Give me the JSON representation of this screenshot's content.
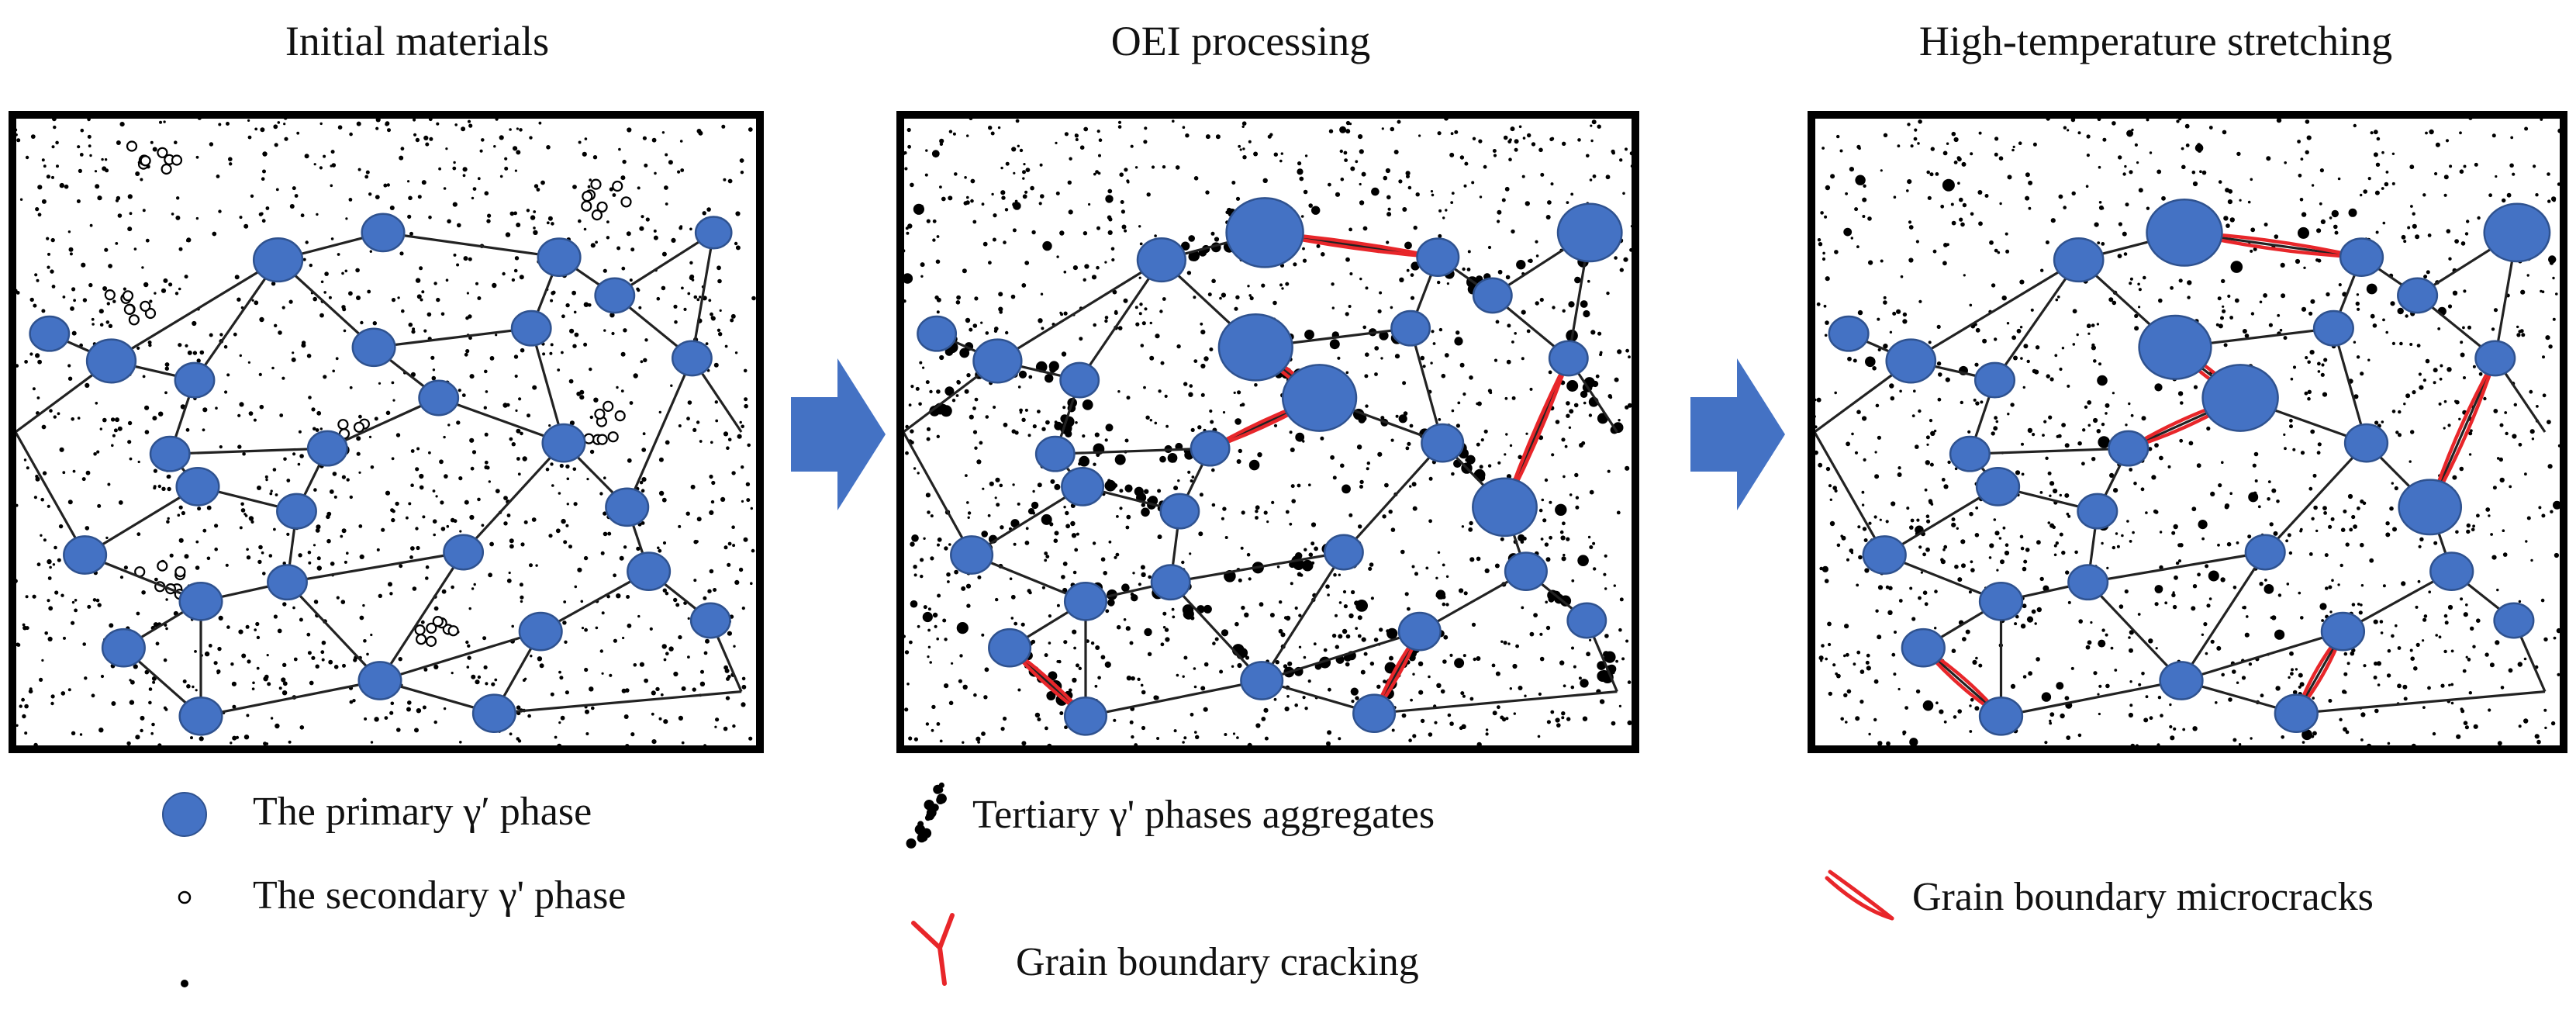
{
  "panels": [
    {
      "title": "Initial materials"
    },
    {
      "title": "OEI processing"
    },
    {
      "title": "High-temperature stretching"
    }
  ],
  "legend": {
    "primary": "The primary γ′ phase",
    "secondary": "The secondary γ' phase",
    "tertiary_aggregates": "Tertiary γ' phases aggregates",
    "cracking": "Grain boundary cracking",
    "microcracks": "Grain boundary microcracks"
  },
  "colors": {
    "primary_phase_fill": "#4472c4",
    "primary_phase_stroke": "#2f528f",
    "crack": "#e8262a",
    "arrow": "#4472c4",
    "frame": "#000000"
  }
}
